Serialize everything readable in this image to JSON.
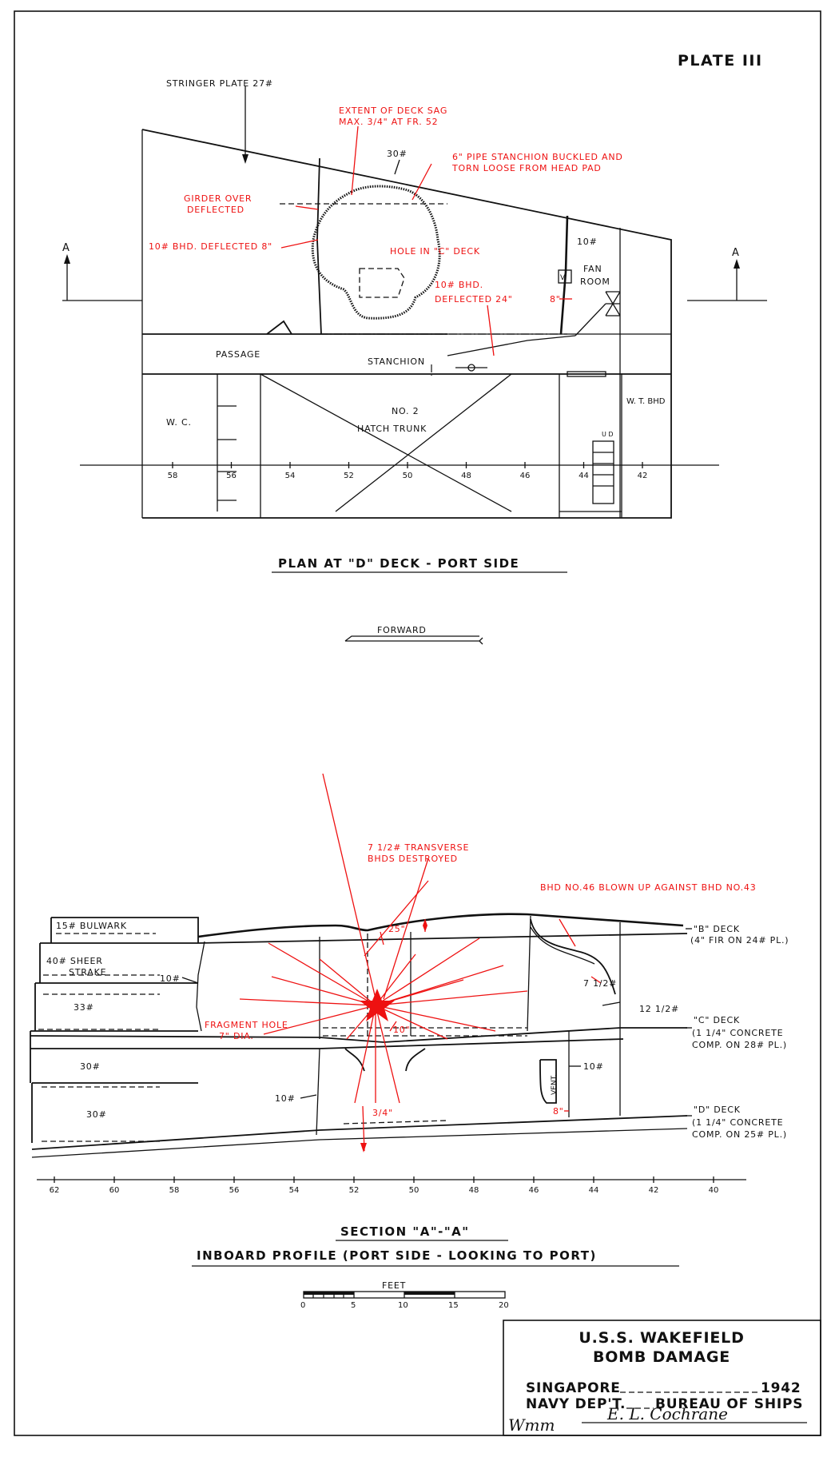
{
  "plate": "PLATE III",
  "plan": {
    "title": "PLAN AT \"D\" DECK - PORT SIDE",
    "labels": {
      "stringer": "STRINGER PLATE 27#",
      "thirty": "30#",
      "sag1": "EXTENT OF DECK SAG",
      "sag2": "MAX. 3/4\" AT FR. 52",
      "pipe1": "6\" PIPE STANCHION BUCKLED AND",
      "pipe2": "TORN LOOSE FROM HEAD PAD",
      "girder1": "GIRDER OVER",
      "girder2": "DEFLECTED",
      "bhd8": "10# BHD. DEFLECTED 8\"",
      "hole": "HOLE IN \"C\" DECK",
      "bhd24a": "10# BHD.",
      "bhd24b": "DEFLECTED 24\"",
      "eight": "8\"",
      "ten": "10#",
      "v": "V.",
      "fan1": "FAN",
      "fan2": "ROOM",
      "passage": "PASSAGE",
      "stanchion": "STANCHION",
      "wc": "W. C.",
      "hatch1": "NO. 2",
      "hatch2": "HATCH TRUNK",
      "wtbhd": "W. T. BHD",
      "ud": "U D",
      "a_left": "A",
      "a_right": "A"
    },
    "frames": [
      "58",
      "56",
      "54",
      "52",
      "50",
      "48",
      "46",
      "44",
      "42"
    ]
  },
  "forward": "FORWARD",
  "section": {
    "title1": "SECTION \"A\"-\"A\"",
    "title2": "INBOARD PROFILE (PORT SIDE - LOOKING TO PORT)",
    "labels": {
      "transverse1": "7 1/2# TRANSVERSE",
      "transverse2": "BHDS DESTROYED",
      "bhd46": "BHD NO.46 BLOWN UP AGAINST BHD NO.43",
      "bulwark": "15# BULWARK",
      "sheer1": "40# SHEER",
      "sheer2": "STRAKE",
      "w33": "33#",
      "w30a": "30#",
      "w30b": "30#",
      "ten_a": "10#",
      "ten_b": "10#",
      "ten_c": "10#",
      "twentyfive": "25\"",
      "seven_half": "7 1/2#",
      "twelve_half": "12 1/2#",
      "frag1": "FRAGMENT HOLE",
      "frag2": "7\" DIA.",
      "ten_in": "10\"",
      "three_q": "3/4\"",
      "eight_in": "8\"",
      "vent": "VENT.",
      "b_deck1": "\"B\" DECK",
      "b_deck2": "(4\" FIR ON 24# PL.)",
      "c_deck1": "\"C\" DECK",
      "c_deck2": "(1 1/4\" CONCRETE",
      "c_deck3": "COMP. ON 28# PL.)",
      "d_deck1": "\"D\" DECK",
      "d_deck2": "(1 1/4\" CONCRETE",
      "d_deck3": "COMP. ON 25# PL.)"
    },
    "frames": [
      "62",
      "60",
      "58",
      "56",
      "54",
      "52",
      "50",
      "48",
      "46",
      "44",
      "42",
      "40"
    ]
  },
  "scale": {
    "label": "FEET",
    "ticks": [
      "0",
      "5",
      "10",
      "15",
      "20"
    ]
  },
  "titleblock": {
    "line1": "U.S.S. WAKEFIELD",
    "line2": "BOMB DAMAGE",
    "place": "SINGAPORE",
    "year": "1942",
    "navy": "NAVY DEP'T.",
    "bureau": "BUREAU OF SHIPS",
    "initials": "Wmm",
    "signature": "E. L. Cochrane"
  },
  "colors": {
    "ink": "#111111",
    "annotation": "#ee1111"
  }
}
